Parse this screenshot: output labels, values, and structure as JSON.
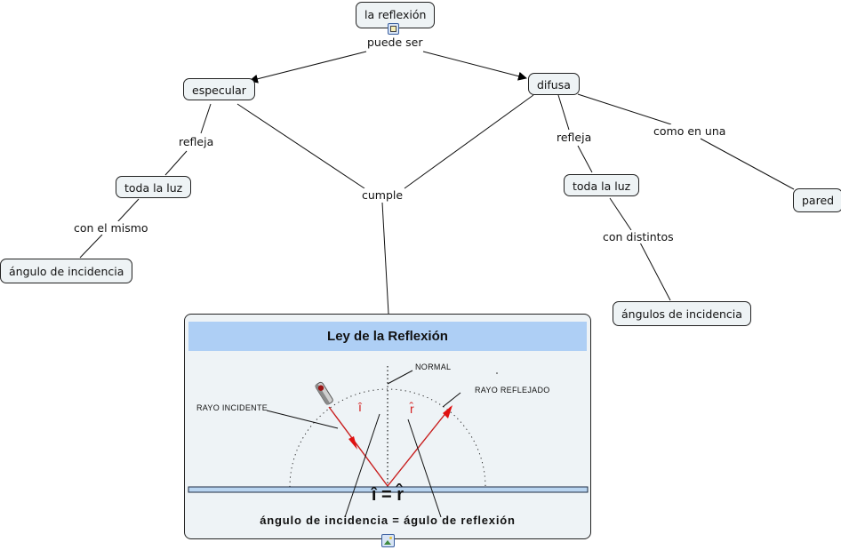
{
  "concept_map": {
    "concepts": {
      "la_reflexion": "la reflexión",
      "especular": "especular",
      "difusa": "difusa",
      "toda_la_luz_left": "toda la luz",
      "angulo_incidencia": "ángulo de incidencia",
      "toda_la_luz_right": "toda la luz",
      "pared": "pared",
      "angulos_incidencia": "ángulos de incidencia"
    },
    "linking_phrases": {
      "puede_ser": "puede ser",
      "refleja_left": "refleja",
      "con_el_mismo": "con el mismo",
      "cumple": "cumple",
      "refleja_right": "refleja",
      "como_en_una": "como en una",
      "con_distintos": "con distintos"
    },
    "resource_icons": [
      "document-icon",
      "image-icon"
    ]
  },
  "law_image": {
    "title": "Ley de la Reflexión",
    "labels": {
      "normal": "NORMAL",
      "incident_ray": "RAYO INCIDENTE",
      "reflected_ray": "RAYO REFLEJADO",
      "i_hat": "î",
      "r_hat": "r̂"
    },
    "formula": "î = r̂",
    "caption": "ángulo de incidencia = águlo de reflexión",
    "colors": {
      "title_bg": "#aecff5",
      "ray": "#d42020",
      "surface": "#b8d4f0"
    }
  }
}
